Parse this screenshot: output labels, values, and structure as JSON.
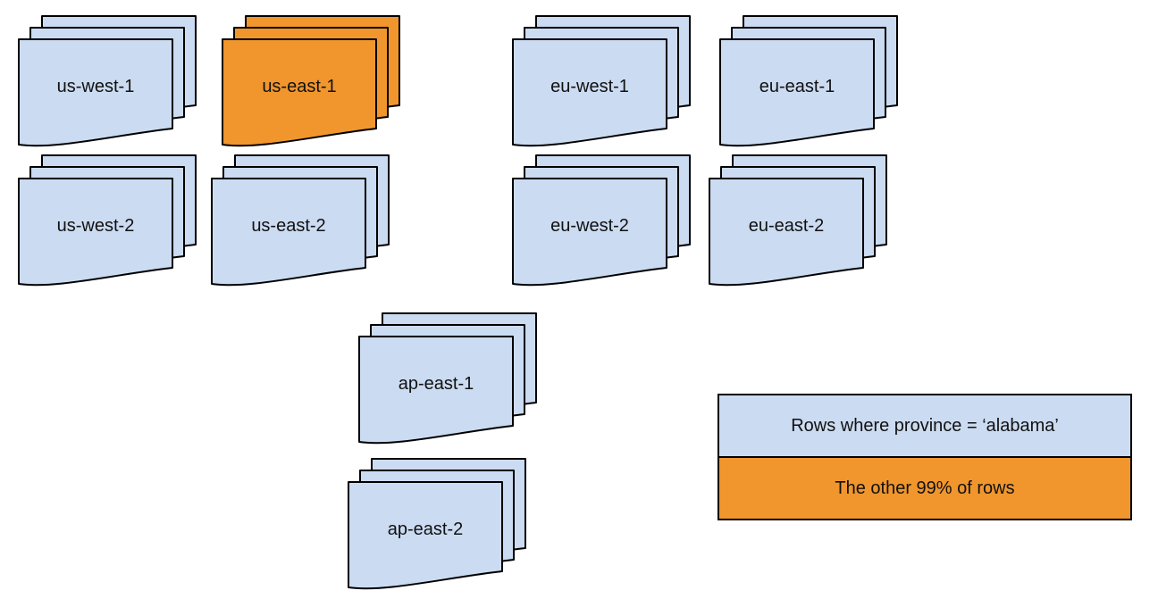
{
  "colors": {
    "page_blue": "#cbdbf1",
    "page_orange": "#f0962d",
    "outline": "#000000",
    "text": "#111111",
    "background": "#ffffff"
  },
  "stacks": [
    {
      "label": "us-west-1",
      "highlight": false
    },
    {
      "label": "us-east-1",
      "highlight": true
    },
    {
      "label": "eu-west-1",
      "highlight": false
    },
    {
      "label": "eu-east-1",
      "highlight": false
    },
    {
      "label": "us-west-2",
      "highlight": false
    },
    {
      "label": "us-east-2",
      "highlight": false
    },
    {
      "label": "eu-west-2",
      "highlight": false
    },
    {
      "label": "eu-east-2",
      "highlight": false
    },
    {
      "label": "ap-east-1",
      "highlight": false
    },
    {
      "label": "ap-east-2",
      "highlight": false
    }
  ],
  "legend": {
    "rows": [
      {
        "label": "Rows where province = ‘alabama’",
        "color": "#cbdbf1"
      },
      {
        "label": "The other 99% of rows",
        "color": "#f0962d"
      }
    ]
  }
}
